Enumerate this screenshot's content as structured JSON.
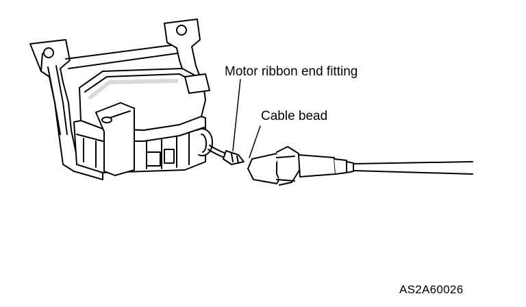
{
  "labels": {
    "motor_ribbon": "Motor ribbon end fitting",
    "cable_bead": "Cable bead",
    "figure_code": "AS2A60026"
  },
  "colors": {
    "ink": "#000000",
    "paper": "#ffffff",
    "shade": "#d9d9d9"
  }
}
